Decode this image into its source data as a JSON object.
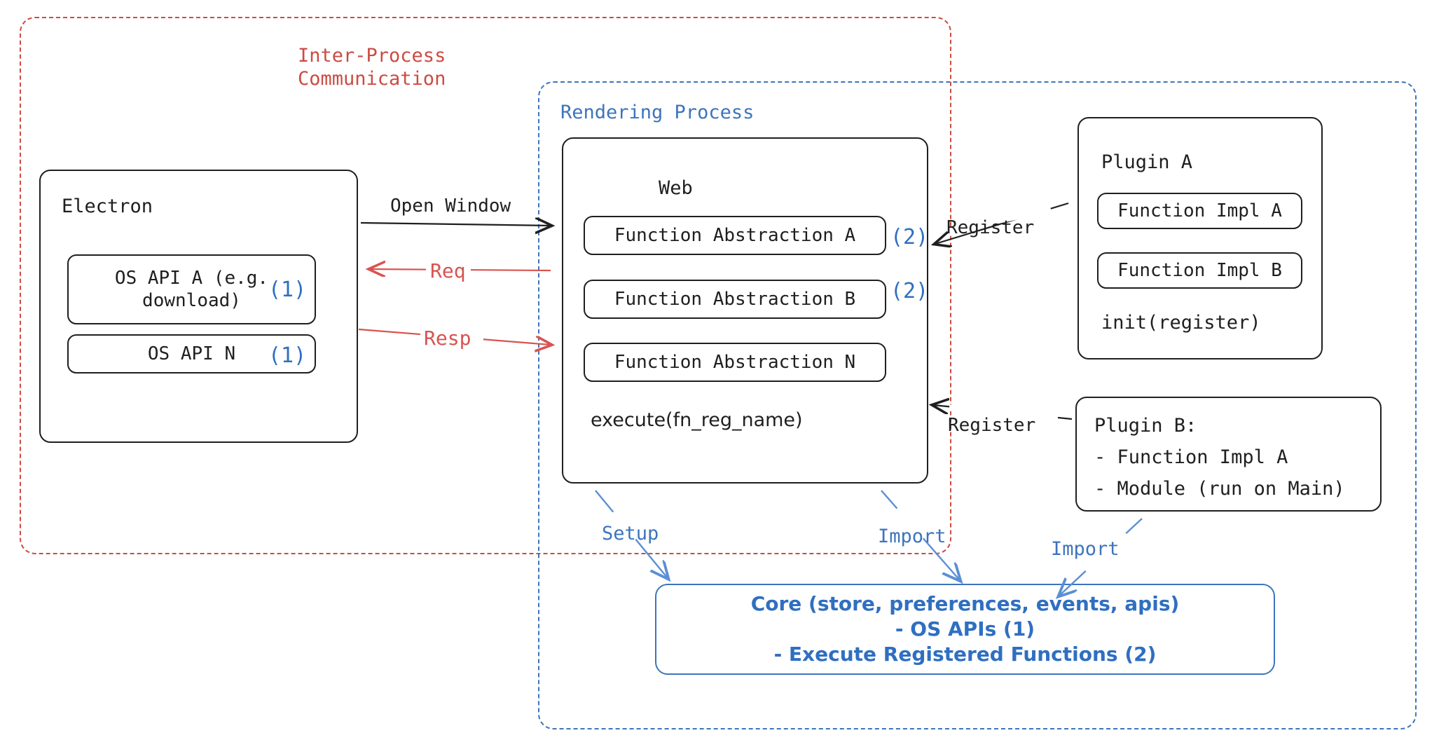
{
  "diagram": {
    "title": "Electron plugin architecture",
    "colors": {
      "red": "#cc4b42",
      "blue": "#3d74bd",
      "marker_blue": "#2f6fc0",
      "ink": "#1f1f1f",
      "arrow_red": "#d9534f"
    }
  },
  "groups": {
    "ipc": {
      "title": "Inter-Process\nCommunication"
    },
    "rendering": {
      "title": "Rendering Process"
    }
  },
  "electron": {
    "title": "Electron",
    "apis": [
      {
        "label": "OS API A (e.g.\ndownload)",
        "marker": "(1)"
      },
      {
        "label": "OS API N",
        "marker": "(1)"
      }
    ]
  },
  "web": {
    "title": "Web",
    "abstractions": [
      {
        "label": "Function Abstraction A",
        "marker": "(2)"
      },
      {
        "label": "Function Abstraction B",
        "marker": "(2)"
      },
      {
        "label": "Function Abstraction N",
        "marker": ""
      }
    ],
    "execute": "execute(fn_reg_name)"
  },
  "plugin_a": {
    "title": "Plugin A",
    "functions": [
      {
        "label": "Function Impl A"
      },
      {
        "label": "Function Impl B"
      }
    ],
    "init": "init(register)"
  },
  "plugin_b": {
    "lines": [
      "Plugin B:",
      "- Function Impl A",
      "- Module (run on Main)"
    ]
  },
  "core": {
    "lines": [
      "Core (store, preferences, events, apis)",
      "- OS APIs (1)",
      "- Execute Registered Functions (2)"
    ]
  },
  "edges": {
    "open_window": "Open Window",
    "req": "Req",
    "resp": "Resp",
    "register_a": "Register",
    "register_b": "Register",
    "setup": "Setup",
    "import_web": "Import",
    "import_plugin_b": "Import"
  }
}
